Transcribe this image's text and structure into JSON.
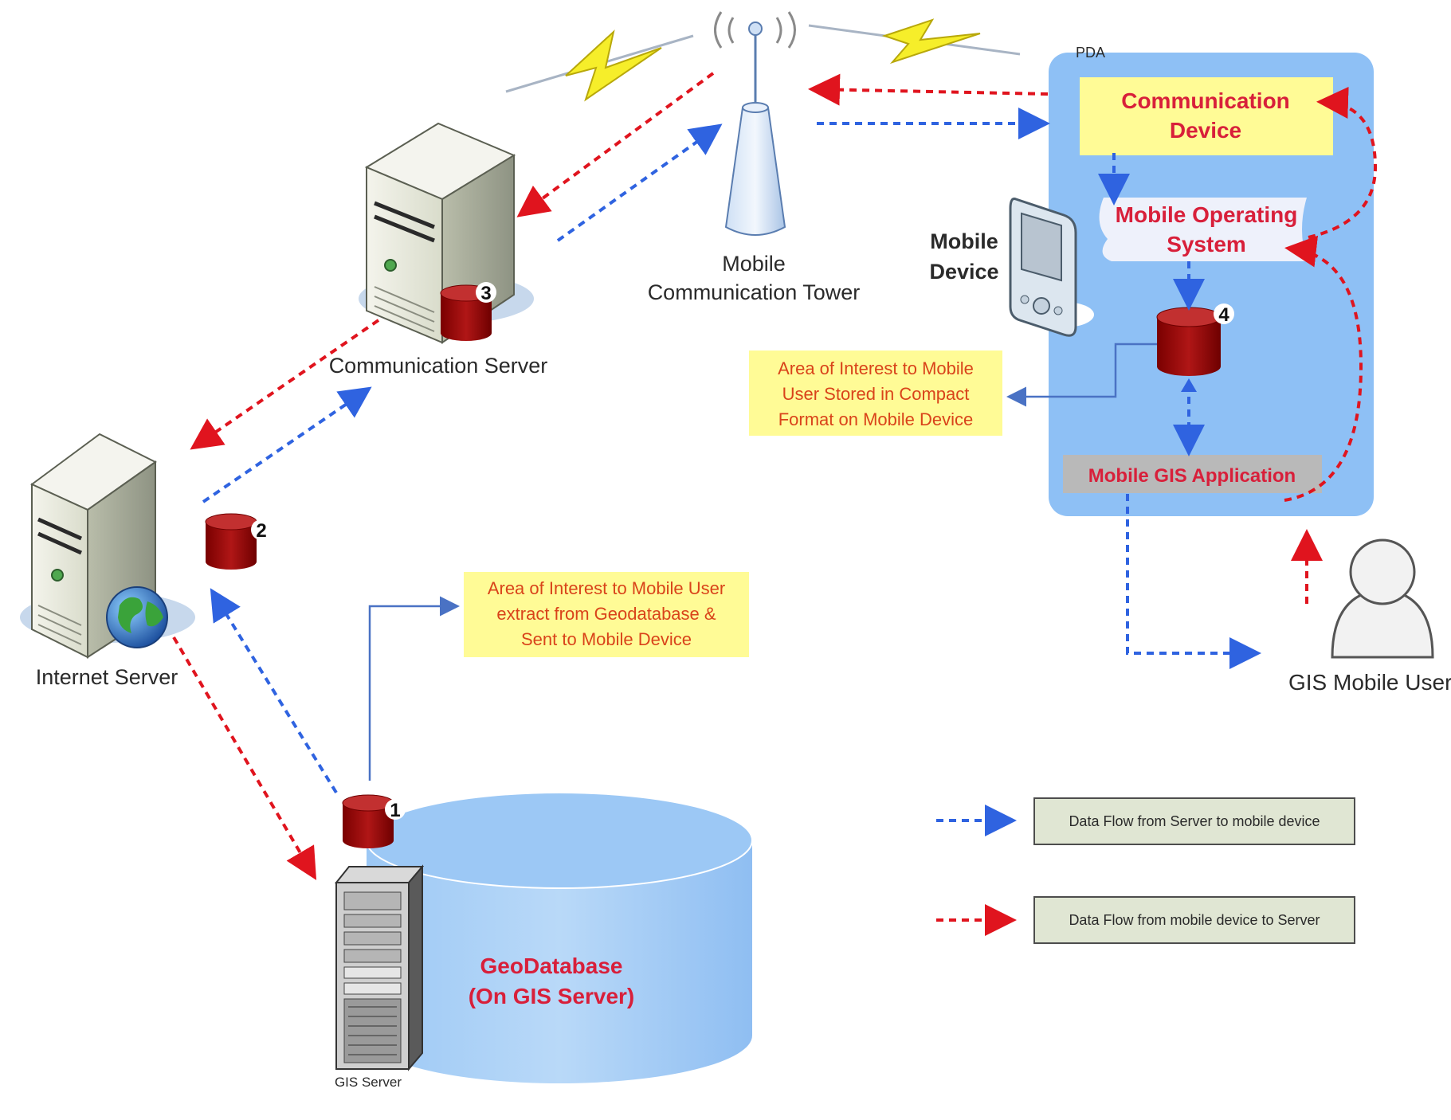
{
  "nodes": {
    "tower": {
      "label_line1": "Mobile",
      "label_line2": "Communication Tower"
    },
    "comm_server": {
      "label": "Communication Server",
      "db_number": "3"
    },
    "internet_server": {
      "label": "Internet Server",
      "db_number": "2"
    },
    "gis_server": {
      "label": "GIS Server",
      "db_number": "1"
    },
    "geodatabase": {
      "line1": "GeoDatabase",
      "line2": "(On GIS Server)"
    },
    "mobile_device": {
      "line1": "Mobile",
      "line2": "Device"
    },
    "user": {
      "label": "GIS Mobile User"
    }
  },
  "pda": {
    "title": "PDA",
    "comm_device_line1": "Communication",
    "comm_device_line2": "Device",
    "os_line1": "Mobile Operating",
    "os_line2": "System",
    "db_number": "4",
    "app": "Mobile GIS Application"
  },
  "notes": {
    "extract_line1": "Area of Interest to Mobile User",
    "extract_line2": "extract from Geodatabase &",
    "extract_line3": "Sent to Mobile Device",
    "stored_line1": "Area of Interest to Mobile",
    "stored_line2": "User Stored in Compact",
    "stored_line3": "Format on Mobile Device"
  },
  "legend": {
    "server_to_mobile": "Data Flow from Server to mobile device",
    "mobile_to_server": "Data Flow from mobile device to Server"
  },
  "colors": {
    "blue_flow": "#2f63e0",
    "red_flow": "#e0141e",
    "pda_bg": "#8ec0f5",
    "note_bg": "#fffb96",
    "note_text": "#d9431a",
    "legend_bg": "#e0e6d3"
  }
}
